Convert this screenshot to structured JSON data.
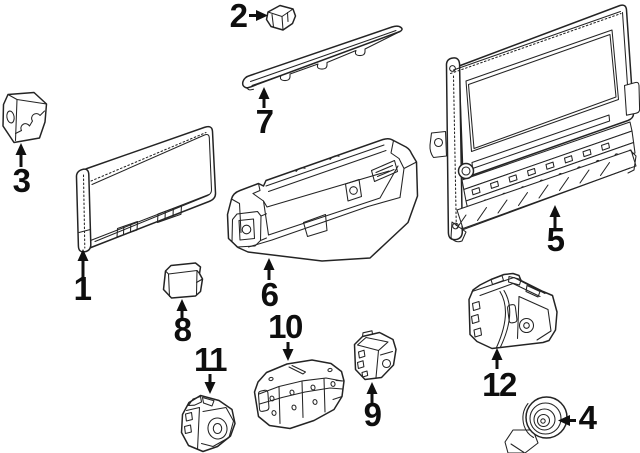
{
  "diagram": {
    "background_color": "#ffffff",
    "line_color": "#242424",
    "callout_color": "#0e0e0e",
    "callouts": [
      {
        "label": "1"
      },
      {
        "label": "2"
      },
      {
        "label": "3"
      },
      {
        "label": "4"
      },
      {
        "label": "5"
      },
      {
        "label": "6"
      },
      {
        "label": "7"
      },
      {
        "label": "8"
      },
      {
        "label": "9"
      },
      {
        "label": "10"
      },
      {
        "label": "11"
      },
      {
        "label": "12"
      }
    ]
  }
}
